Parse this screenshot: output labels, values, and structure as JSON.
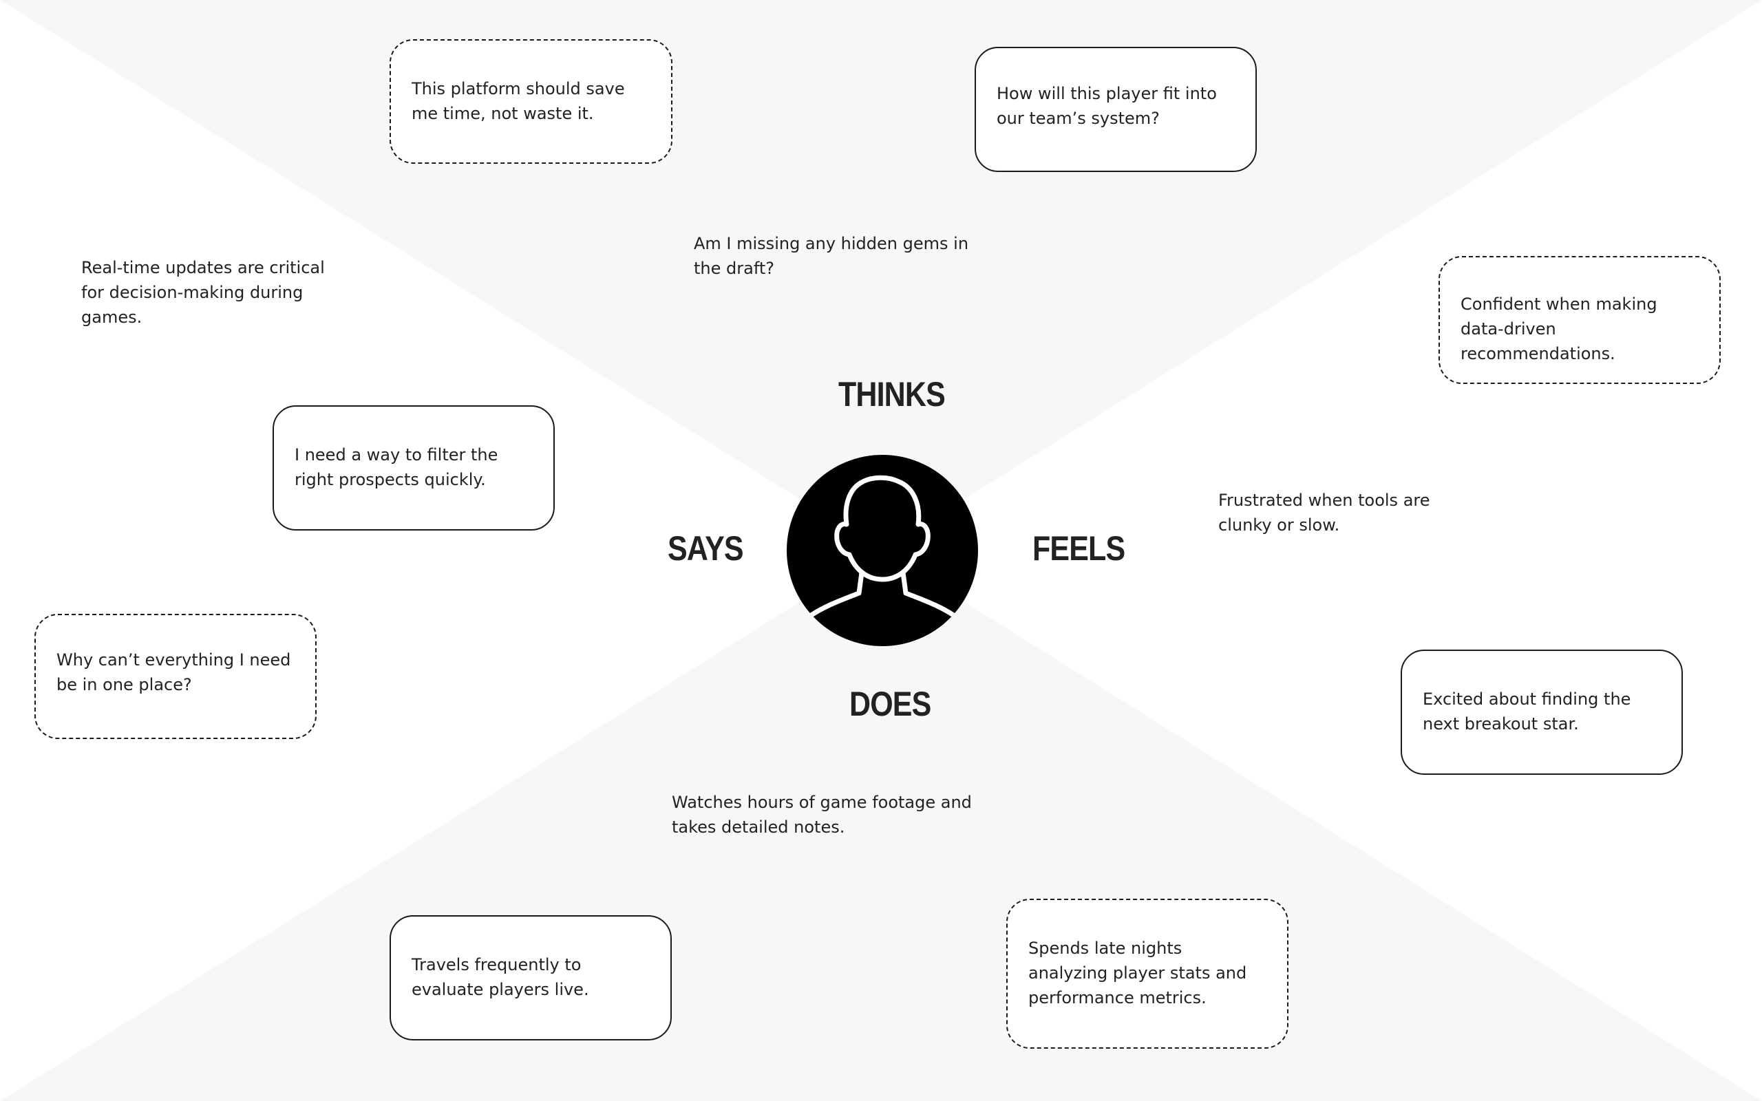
{
  "colors": {
    "background": "#ffffff",
    "quadrant_fill": "#f7f7f7",
    "text": "#222222",
    "border": "#1a1a1a",
    "avatar": "#000000"
  },
  "icons": {
    "center": "user-avatar-icon"
  },
  "headings": {
    "thinks": "THINKS",
    "says": "SAYS",
    "feels": "FEELS",
    "does": "DOES"
  },
  "notes": {
    "save_time": "This platform should save me time, not waste it.",
    "fit_system": "How will this player fit into our team’s system?",
    "hidden_gems": "Am I missing any hidden gems in the draft?",
    "real_time": "Real-time updates are critical for decision-making during games.",
    "confident": "Confident when making data-driven recommendations.",
    "filter": "I need a way to filter the right prospects quickly.",
    "frustrated": "Frustrated when tools are clunky or slow.",
    "one_place": "Why can’t everything I need be in one place?",
    "excited": "Excited about finding the next breakout star.",
    "footage": "Watches hours of game footage and takes detailed notes.",
    "travels": "Travels frequently to evaluate players live.",
    "late_nights": "Spends late nights analyzing player stats and performance metrics."
  }
}
